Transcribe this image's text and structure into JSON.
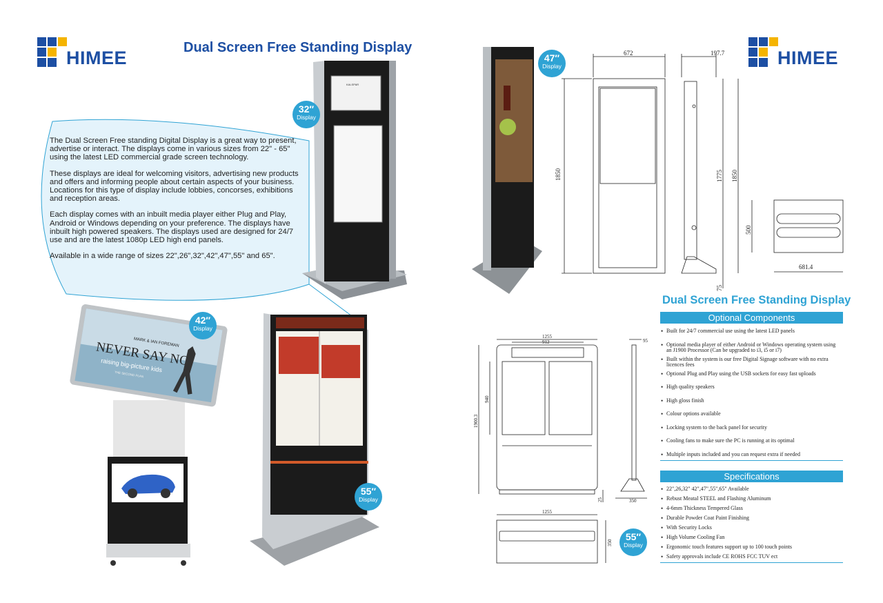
{
  "brand": {
    "name": "HIMEE"
  },
  "left_title": "Dual Screen Free Standing Display",
  "intro_paragraphs": [
    "The Dual Screen Free standing Digital Display is a great way to present, advertise or interact. The displays come in various sizes from 22\" - 65\" using the latest LED commercial grade screen technology.",
    "These displays are ideal for welcoming visitors, advertising new products and offers and informing people about certain aspects of your business. Locations for this type of display include lobbies, concorses, exhibitions and reception areas.",
    "Each display comes with an inbuilt media player either Plug and Play, Android or Windows depending on your preference. The displays have inbuilt high powered speakers. The displays used are designed for 24/7 use and are the latest 1080p LED high end panels.",
    "Available in a wide range of sizes 22\",26\",32\",42\",47\",55\" and 65\"."
  ],
  "badges": {
    "b32": {
      "size": "32″",
      "label": "Display"
    },
    "b42": {
      "size": "42″",
      "label": "Display"
    },
    "b55a": {
      "size": "55″",
      "label": "Display"
    },
    "b47": {
      "size": "47″",
      "label": "Display"
    },
    "b55b": {
      "size": "55″",
      "label": "Display"
    }
  },
  "photos": {
    "poster_brand": "MARK & IAN FOREMAN",
    "poster_title": "NEVER SAY NO",
    "poster_tagline": "raising big-picture kids",
    "poster_sub": "THE SECOND PLAN"
  },
  "drawing47": {
    "width": "672",
    "depth": "197.7",
    "height_front": "1850",
    "height_inner": "1775",
    "height_side": "1850",
    "base_h": "75",
    "base_depth": "500",
    "base_width": "681.4"
  },
  "drawing55": {
    "width": "1255",
    "screen_w": "912",
    "depth": "95",
    "height": "1900.3",
    "screen_h": "940",
    "base_h": "25",
    "base_depth": "350",
    "top_width": "1255",
    "top_depth": "350"
  },
  "right_title": "Dual Screen Free Standing Display",
  "optional_header": "Optional Components",
  "optional_items": [
    "Built for 24/7 commercial use using the latest LED panels",
    "Optional media player of either Android or Windows operating system using an J1900 Processor (Can be upgraded to i3, i5 or i7)",
    "Built within the system is our free Digital Signage software with no extra licences fees",
    "Optional Plug and Play using the USB sockets for easy fast uploads",
    "High quality speakers",
    "High gloss finish",
    "Colour options available",
    "Locking system to the back panel for security",
    "Cooling fans to make sure the PC is running at its optimal",
    "Multiple inputs included and you can request extra if needed"
  ],
  "spec_header": "Specifications",
  "spec_items": [
    "22\",26,32\" 42\",47\",55\",65\" Available",
    "Rebust Meatal STEEL and Flashing Aluminum",
    "4-6mm Thickness Tempered Glass",
    "Durable Powder Coat Paint Finishing",
    "With Security Locks",
    "High Volume Cooling Fan",
    "Ergonomic touch features support up to 100 touch points",
    "Safety approvals include CE ROHS FCC TUV ect"
  ],
  "colors": {
    "brand_blue": "#1d4fa3",
    "brand_yellow": "#f5b400",
    "accent_cyan": "#2fa3d4"
  }
}
